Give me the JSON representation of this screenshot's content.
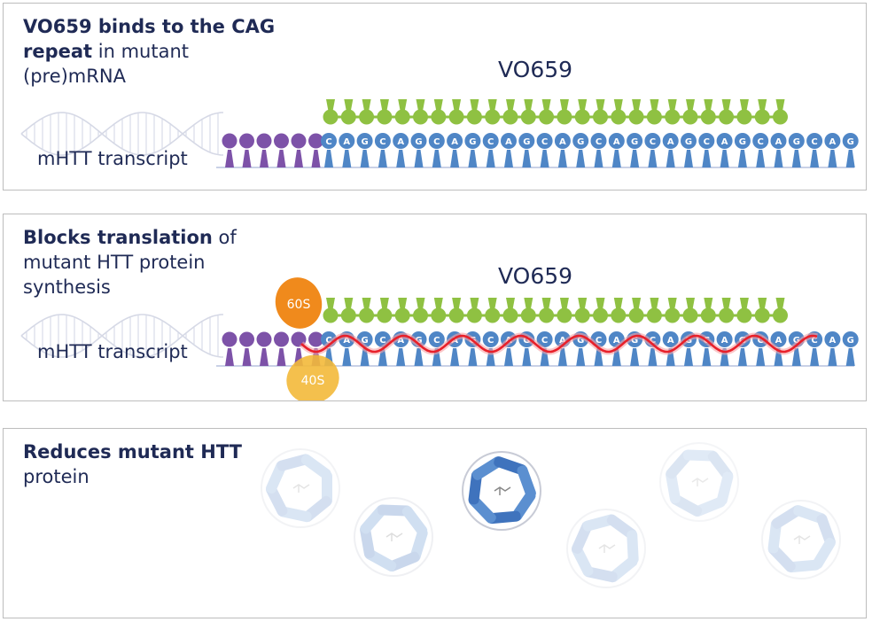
{
  "panels": [
    {
      "heading_bold": "VO659 binds to the CAG repeat",
      "heading_rest": " in mutant (pre)mRNA",
      "drug_label": "VO659",
      "transcript_label": "mHTT transcript",
      "sequence": "CAGCAGCAGCAGCAGCAGCAGCAGCAGCAG"
    },
    {
      "heading_bold": "Blocks translation",
      "heading_rest": " of mutant HTT protein synthesis",
      "drug_label": "VO659",
      "transcript_label": "mHTT transcript",
      "ribosome_large": "60S",
      "ribosome_small": "40S",
      "sequence": "CAGCAGCAGCAGCAGCAGCAGCAGCAGCAG"
    },
    {
      "heading_bold": "Reduces mutant HTT",
      "heading_rest": " protein"
    }
  ],
  "colors": {
    "navy": "#1f2a55",
    "purple": "#7d52a8",
    "green": "#8fc142",
    "blue": "#4f86c6",
    "red": "#e8202a",
    "orange": "#f08a1c",
    "amber": "#f3b93a",
    "helix": "#d6d9e6"
  }
}
